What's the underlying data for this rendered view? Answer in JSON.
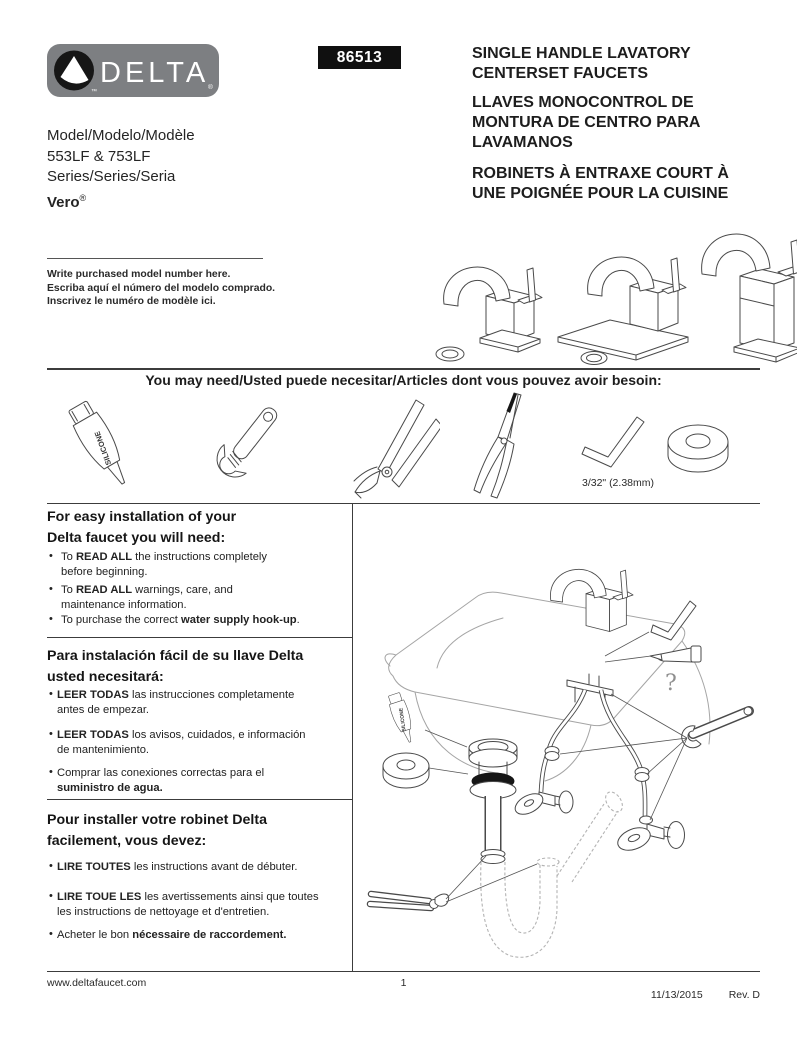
{
  "brand": {
    "wordmark": "DELTA",
    "trademark": "™",
    "registered": "®"
  },
  "part_number": "86513",
  "header_titles": {
    "en": "SINGLE HANDLE LAVATORY\nCENTERSET FAUCETS",
    "es": "LLAVES MONOCONTROL DE\nMONTURA DE CENTRO PARA\nLAVAMANOS",
    "fr": "ROBINETS À ENTRAXE COURT À\nUNE POIGNÉE POUR LA CUISINE"
  },
  "model_block": {
    "label": "Model/Modelo/Modèle",
    "models": "553LF & 753LF",
    "series": "Series/Series/Seria",
    "family": "Vero",
    "registered": "®"
  },
  "write_model": {
    "en": "Write purchased model number here.",
    "es": "Escriba aquí el número del modelo comprado.",
    "fr": "Inscrivez le numéro de modèle ici."
  },
  "you_may_need": {
    "heading": "You may need/Usted puede necesitar/Articles dont vous pouvez avoir besoin:",
    "hex_key_size": "3/32\" (2.38mm)",
    "silicone_label": "SILICONE",
    "tools": [
      "silicone-tube",
      "adjustable-wrench",
      "slip-joint-pliers",
      "needle-nose-pliers",
      "hex-key",
      "plumbers-putty"
    ]
  },
  "bullet_char": "•",
  "sections": {
    "en": {
      "title": "For easy installation of your\nDelta faucet you will need:",
      "bullets": [
        {
          "pre": "To ",
          "bold": "READ ALL",
          "post": " the instructions completely\nbefore beginning."
        },
        {
          "pre": "To ",
          "bold": "READ ALL",
          "post": " warnings, care, and\nmaintenance information."
        },
        {
          "pre": "To purchase the correct ",
          "bold": "water supply hook-up",
          "post": "."
        }
      ]
    },
    "es": {
      "title": "Para instalación fácil de su llave Delta\nusted necesitará:",
      "bullets": [
        {
          "pre": "",
          "bold": "LEER TODAS",
          "post": " las instrucciones completamente\nantes de empezar."
        },
        {
          "pre": "",
          "bold": "LEER TODAS",
          "post": " los avisos, cuidados, e información\nde mantenimiento."
        },
        {
          "pre": "Comprar las conexiones correctas para el\n",
          "bold": "suministro de agua.",
          "post": ""
        }
      ]
    },
    "fr": {
      "title": "Pour installer votre robinet Delta\nfacilement, vous devez:",
      "bullets": [
        {
          "pre": "",
          "bold": "LIRE TOUTES",
          "post": " les instructions avant de débuter."
        },
        {
          "pre": "",
          "bold": "LIRE TOUE LES",
          "post": " les avertissements ainsi que toutes\nles instructions de nettoyage et d'entretien."
        },
        {
          "pre": "Acheter le bon ",
          "bold": "nécessaire de raccordement.",
          "post": ""
        }
      ]
    }
  },
  "diagram": {
    "question_mark": "?",
    "silicone_label": "SILICONE"
  },
  "footer": {
    "website": "www.deltafaucet.com",
    "page_number": "1",
    "date": "11/13/2015",
    "revision": "Rev. D"
  },
  "colors": {
    "brand_gray": "#7d7f82",
    "ink": "#1d1d1d",
    "badge_black": "#101010"
  }
}
